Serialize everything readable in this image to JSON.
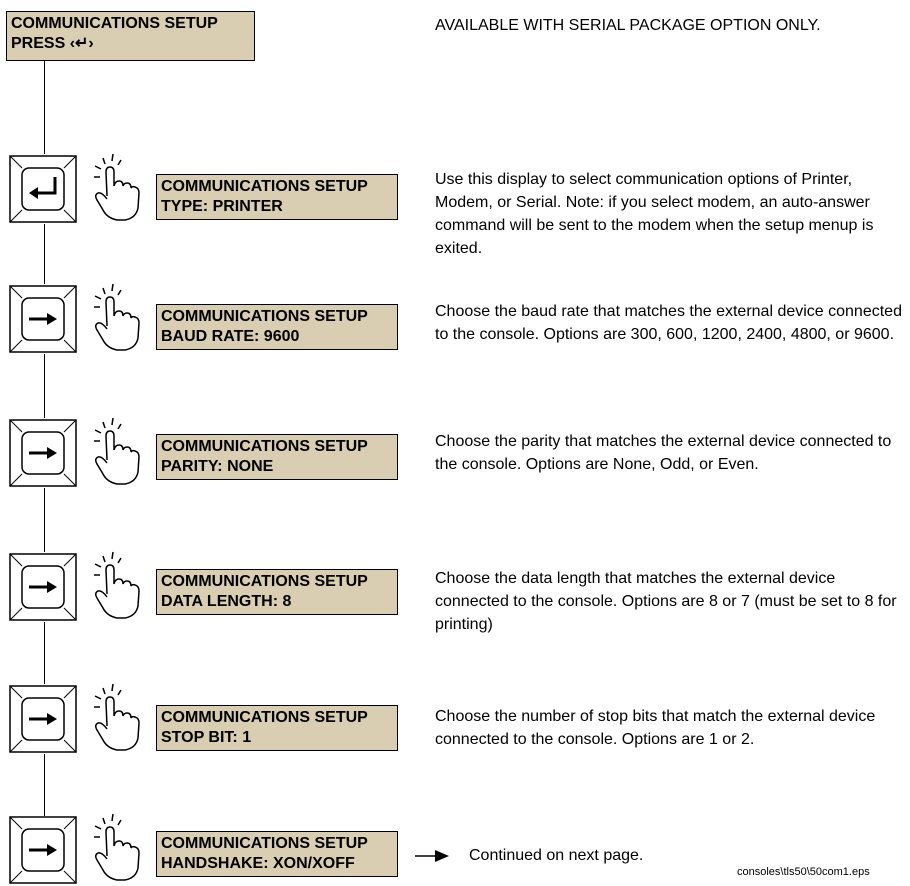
{
  "header": {
    "display": [
      "COMMUNICATIONS SETUP",
      "PRESS ‹↵›"
    ],
    "note": "AVAILABLE WITH SERIAL PACKAGE OPTION ONLY."
  },
  "steps": [
    {
      "key": "enter-key",
      "display_line1": "COMMUNICATIONS SETUP",
      "display_line2": "TYPE:  PRINTER",
      "description": "Use this display to select communication options of Printer, Modem, or Serial.  Note: if you select modem, an auto-answer command will be sent to the modem when the setup menup is exited."
    },
    {
      "key": "right-arrow-key",
      "display_line1": "COMMUNICATIONS SETUP",
      "display_line2": "BAUD RATE: 9600",
      "description": "Choose the baud rate that matches the external device connected to the console.  Options are 300, 600, 1200, 2400, 4800, or 9600."
    },
    {
      "key": "right-arrow-key",
      "display_line1": "COMMUNICATIONS SETUP",
      "display_line2": "PARITY: NONE",
      "description": "Choose the parity that matches the external device connected to the console.  Options are None, Odd, or Even."
    },
    {
      "key": "right-arrow-key",
      "display_line1": "COMMUNICATIONS SETUP",
      "display_line2": "DATA LENGTH:  8",
      "description": "Choose the data length that matches the external device connected to the console.  Options are 8 or 7 (must be set to 8 for printing)"
    },
    {
      "key": "right-arrow-key",
      "display_line1": "COMMUNICATIONS SETUP",
      "display_line2": "STOP BIT:  1",
      "description": "Choose the number of stop bits that match the external device connected to the console.  Options are 1 or 2."
    },
    {
      "key": "right-arrow-key",
      "display_line1": "COMMUNICATIONS SETUP",
      "display_line2": "HANDSHAKE: XON/XOFF",
      "description": ""
    }
  ],
  "continued": "Continued on next page.",
  "footer": "consoles\\tls50\\50com1.eps"
}
